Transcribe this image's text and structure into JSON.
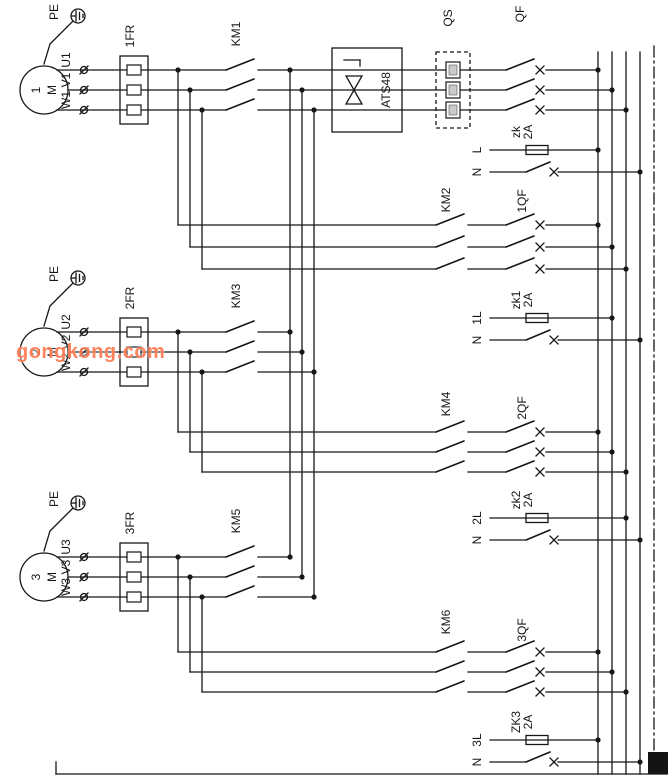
{
  "watermark": {
    "text": "gongkong.com",
    "color": "#ff7a52"
  },
  "soft_starter": {
    "label": "ATS48"
  },
  "main": {
    "isolator": "QS",
    "breaker": "QF"
  },
  "groups": [
    {
      "pe": "PE",
      "motor_no": "1",
      "motor_m": "M",
      "t1": "U1",
      "t2": "V1",
      "t3": "W1",
      "relay": "1FR",
      "contactor": "KM1",
      "bypass_contactor": "KM2",
      "bypass_breaker": "1QF",
      "tap": {
        "fuse": "zk",
        "rating": "2A",
        "line": "L",
        "neutral": "N"
      }
    },
    {
      "pe": "PE",
      "motor_no": "2",
      "motor_m": "M",
      "t1": "U2",
      "t2": "V2",
      "t3": "W2",
      "relay": "2FR",
      "contactor": "KM3",
      "bypass_contactor": "KM4",
      "bypass_breaker": "2QF",
      "tap": {
        "fuse": "zk1",
        "rating": "2A",
        "line": "1L",
        "neutral": "N"
      }
    },
    {
      "pe": "PE",
      "motor_no": "3",
      "motor_m": "M",
      "t1": "U3",
      "t2": "V3",
      "t3": "W3",
      "relay": "3FR",
      "contactor": "KM5",
      "bypass_contactor": "KM6",
      "bypass_breaker": "3QF",
      "tap": {
        "fuse": "zk2",
        "rating": "2A",
        "line": "2L",
        "neutral": "N"
      }
    }
  ],
  "tail_tap": {
    "fuse": "ZK3",
    "rating": "2A",
    "line": "3L",
    "neutral": "N"
  }
}
